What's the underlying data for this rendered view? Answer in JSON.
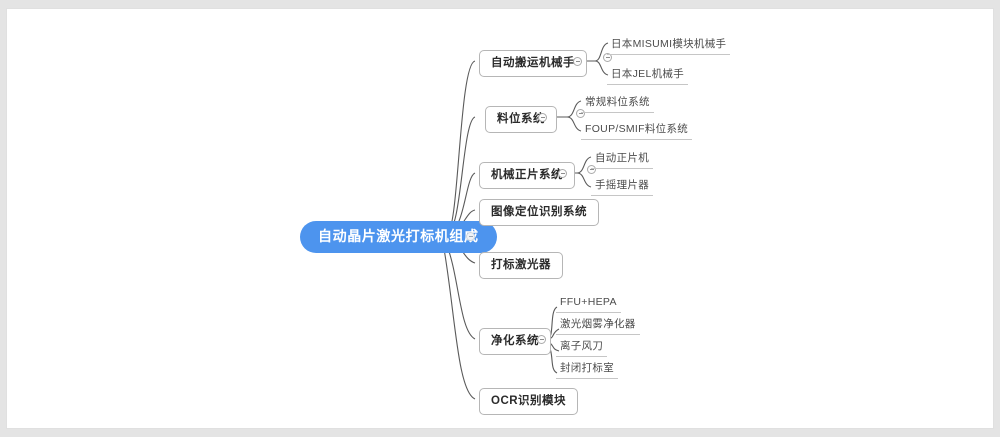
{
  "app": {
    "title": "自动晶片激光打标机组成",
    "canvas_background": "#ffffff",
    "page_background": "#e4e4e4",
    "accent_color": "#4d94ee",
    "node_border_color": "#b6b6b6",
    "edge_color": "#5a5a5a",
    "leaf_text_color": "#4b4b4b"
  },
  "mindmap": {
    "root": {
      "label": "自动晶片激光打标机组成",
      "toggle": "collapse-toggle"
    },
    "branches": [
      {
        "label": "自动搬运机械手",
        "toggle": "collapse-toggle",
        "children": [
          {
            "label": "日本MISUMI模块机械手"
          },
          {
            "label": "日本JEL机械手"
          }
        ]
      },
      {
        "label": "料位系统",
        "toggle": "collapse-toggle",
        "children": [
          {
            "label": "常规料位系统"
          },
          {
            "label": "FOUP/SMIF料位系统"
          }
        ]
      },
      {
        "label": "机械正片系统",
        "toggle": "collapse-toggle",
        "children": [
          {
            "label": "自动正片机"
          },
          {
            "label": "手摇理片器"
          }
        ]
      },
      {
        "label": "图像定位识别系统",
        "children": []
      },
      {
        "label": "打标激光器",
        "children": []
      },
      {
        "label": "净化系统",
        "toggle": "collapse-toggle",
        "children": [
          {
            "label": "FFU+HEPA"
          },
          {
            "label": "激光烟雾净化器"
          },
          {
            "label": "离子风刀"
          },
          {
            "label": "封闭打标室"
          }
        ]
      },
      {
        "label": "OCR识别模块",
        "children": []
      }
    ]
  }
}
